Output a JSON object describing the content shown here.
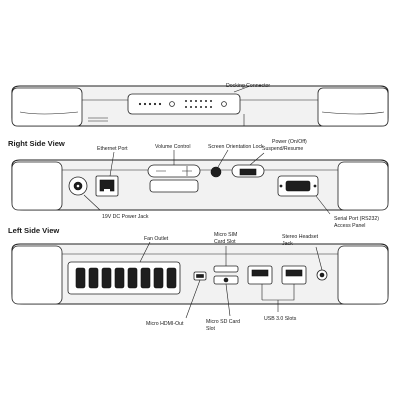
{
  "sections": {
    "right_side_title": "Right Side View",
    "left_side_title": "Left Side View"
  },
  "top_view": {
    "docking_connector": "Docking Connector"
  },
  "right_side": {
    "ethernet_port": "Ethernet Port",
    "volume_control": "Volume Control",
    "screen_orientation_lock": "Screen Orientation Lock",
    "power_line1": "Power (On/Off)",
    "power_line2": "Suspend/Resume",
    "dc_power_jack": "19V DC Power Jack",
    "serial_port_line1": "Serial Port (RS232)",
    "serial_port_line2": "Access Panel"
  },
  "left_side": {
    "fan_outlet": "Fan Outlet",
    "micro_sim_line1": "Micro SIM",
    "micro_sim_line2": "Card Slot",
    "stereo_headset_line1": "Stereo Headset",
    "stereo_headset_line2": "Jack",
    "micro_hdmi_out": "Micro HDMI-Out",
    "micro_sd_line1": "Micro SD Card",
    "micro_sd_line2": "Slot",
    "usb_slots": "USB 3.0 Slots"
  }
}
